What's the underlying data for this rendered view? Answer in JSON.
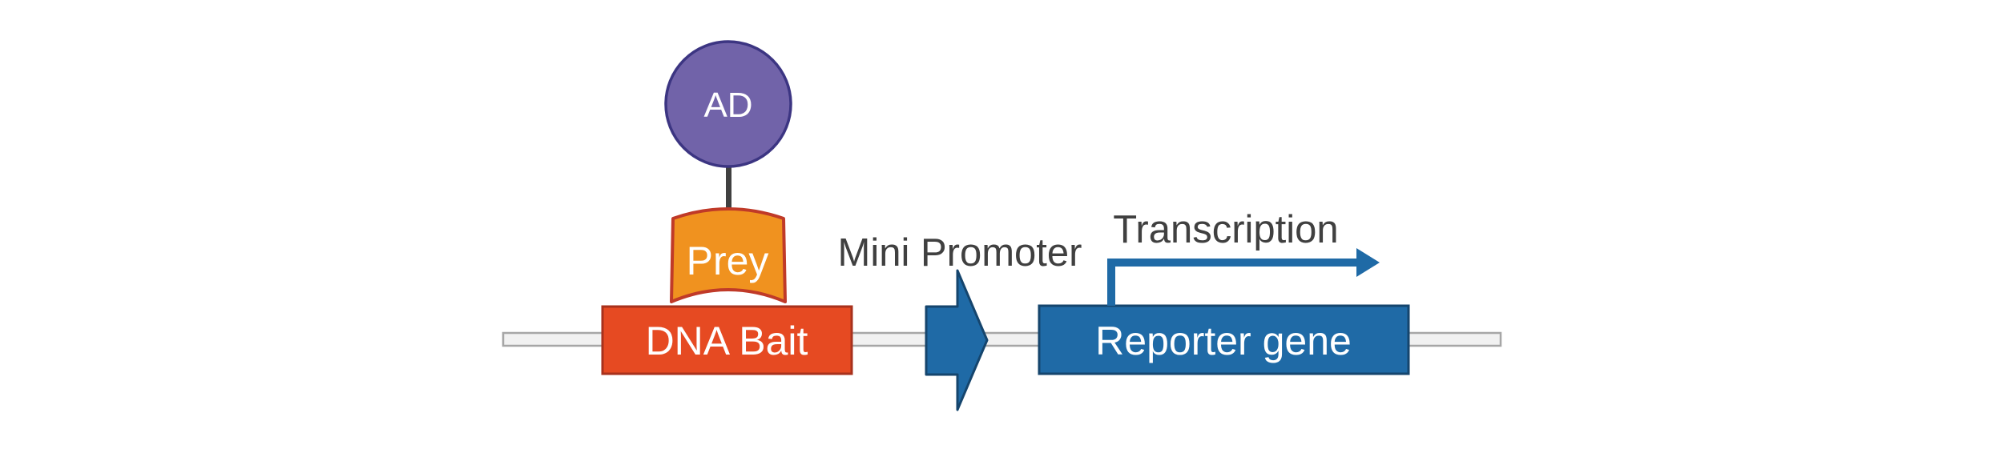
{
  "labels": {
    "ad": "AD",
    "prey": "Prey",
    "dna_bait": "DNA Bait",
    "mini_promoter": "Mini Promoter",
    "reporter_gene": "Reporter gene",
    "transcription": "Transcription"
  },
  "colors": {
    "ad_fill": "#7163A9",
    "ad_stroke": "#3C3582",
    "prey_fill": "#F0921F",
    "prey_stroke": "#C03A28",
    "bait_fill": "#E64A22",
    "bait_stroke": "#A8311C",
    "blue_fill": "#1F6AA6",
    "blue_stroke": "#15456D",
    "dna_fill": "#F1F1F1",
    "dna_stroke": "#A6A6A6",
    "connector": "#404040",
    "text_dark": "#404040",
    "text_light": "#FFFFFF"
  }
}
